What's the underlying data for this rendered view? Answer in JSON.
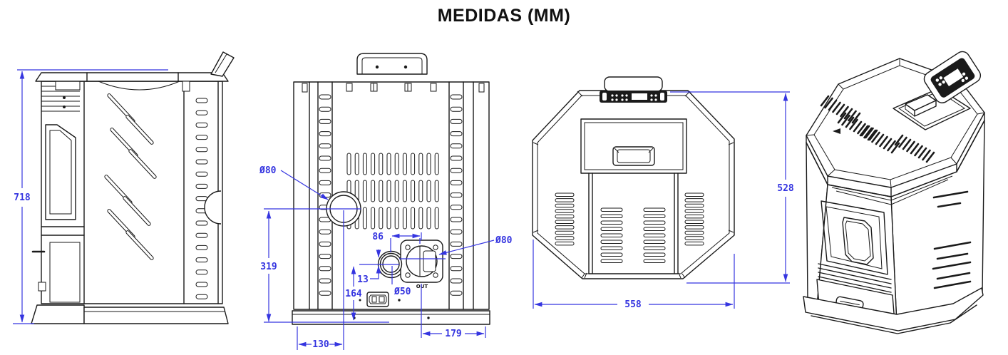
{
  "title": "MEDIDAS (MM)",
  "colors": {
    "dimension": "#3535e0",
    "linework": "#1a1a1a",
    "background": "#ffffff"
  },
  "views": {
    "side": {
      "dims": {
        "height": "718"
      }
    },
    "back": {
      "dims": {
        "flue_diameter": "Ø80",
        "flue_center_height": "319",
        "port_spacing": "86",
        "port_offset": "13",
        "intake_center_height": "164",
        "intake_diameter": "Ø50",
        "air_port_diameter": "Ø80",
        "flue_from_left": "130",
        "air_port_from_right": "179",
        "port_marking": "OUT"
      }
    },
    "top": {
      "dims": {
        "depth": "528",
        "width": "558"
      }
    }
  }
}
